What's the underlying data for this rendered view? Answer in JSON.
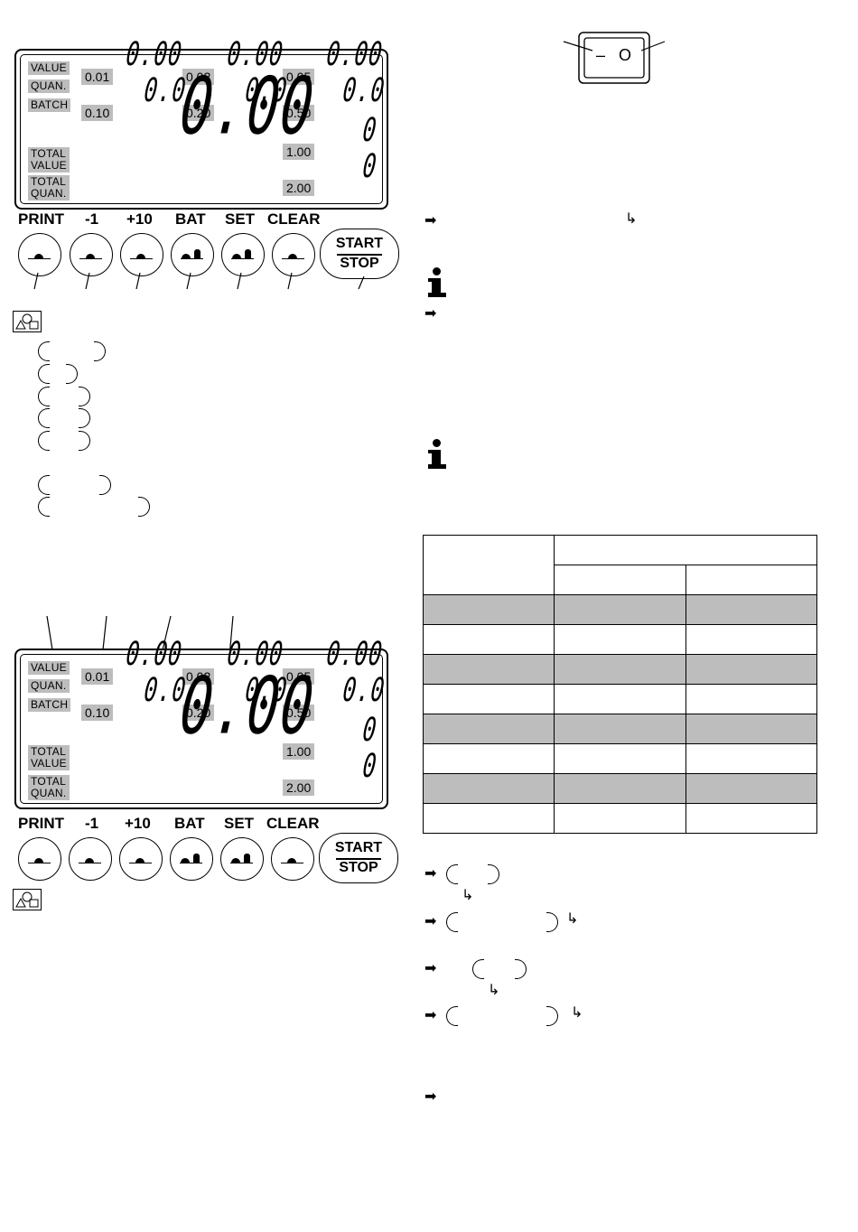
{
  "display": {
    "row_labels": {
      "value": "VALUE",
      "quan": "QUAN.",
      "batch": "BATCH",
      "total_value": "TOTAL\nVALUE",
      "total_quan": "TOTAL\nQUAN."
    },
    "denominations": [
      "0.01",
      "0.02",
      "0.05",
      "0.10",
      "0.20",
      "0.50",
      "1.00",
      "2.00"
    ],
    "readouts": {
      "r1": "0.00",
      "r2": "0.00",
      "r3": "0.00",
      "r4": "0.0",
      "r5": "0.0",
      "r6": "0.0",
      "total": "0.00",
      "c1": "0",
      "c2": "0"
    }
  },
  "keys": [
    "PRINT",
    "-1",
    "+10",
    "BAT",
    "SET",
    "CLEAR"
  ],
  "start_stop": {
    "start": "START",
    "stop": "STOP"
  },
  "switch": {
    "off_mark": "–",
    "on_mark": "O"
  }
}
